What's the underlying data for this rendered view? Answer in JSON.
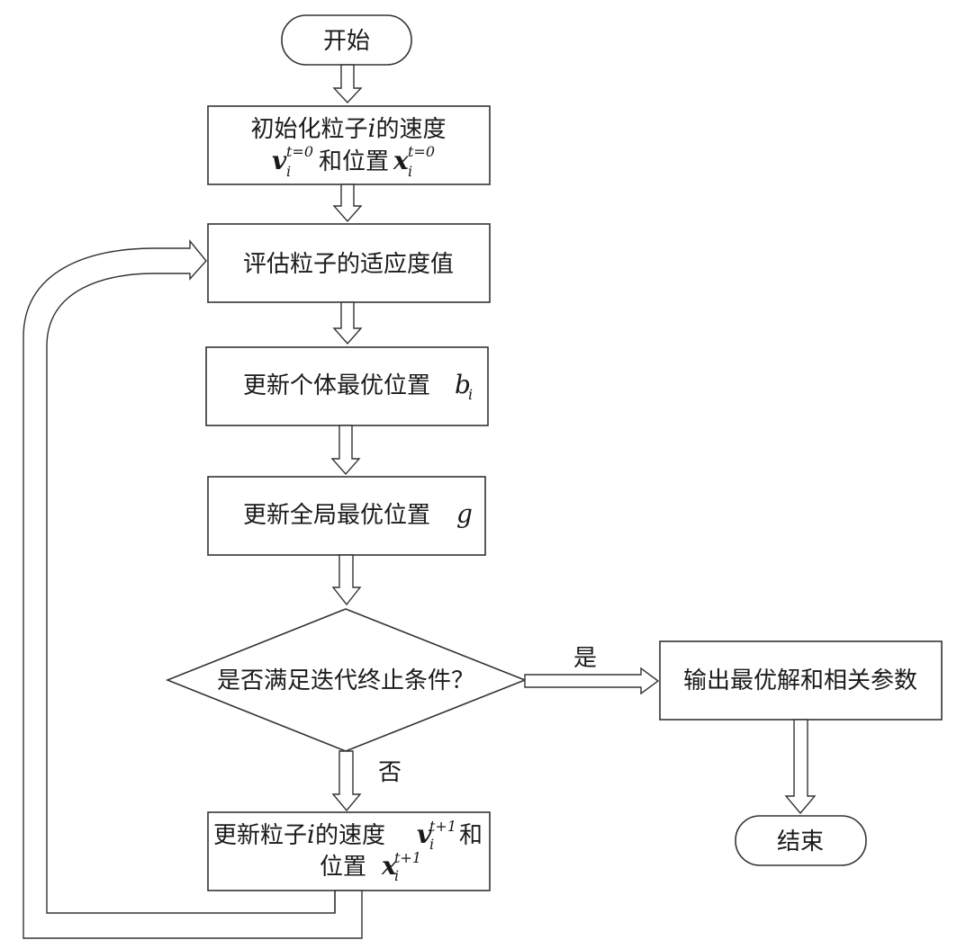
{
  "diagram": {
    "start": "开始",
    "init": {
      "line1": "初始化粒子",
      "i": "i",
      "line1b": "的速度",
      "v": "v",
      "v_sup": "t=0",
      "v_sub": "i",
      "and_pos": "和位置",
      "x": "x",
      "x_sup": "t=0",
      "x_sub": "i"
    },
    "evaluate": "评估粒子的适应度值",
    "update_personal": {
      "label": "更新个体最优位置",
      "b": "b",
      "b_sub": "i"
    },
    "update_global": {
      "label": "更新全局最优位置",
      "g": "g"
    },
    "decision": "是否满足迭代终止条件？",
    "yes_label": "是",
    "no_label": "否",
    "output": "输出最优解和相关参数",
    "end": "结束",
    "update_particle": {
      "label_a": "更新粒子",
      "i": "i",
      "label_b": "的速度",
      "v": "v",
      "v_sup": "t+1",
      "v_sub": "i",
      "and": "和",
      "pos": "位置",
      "x": "x",
      "x_sup": "t+1",
      "x_sub": "i"
    }
  }
}
